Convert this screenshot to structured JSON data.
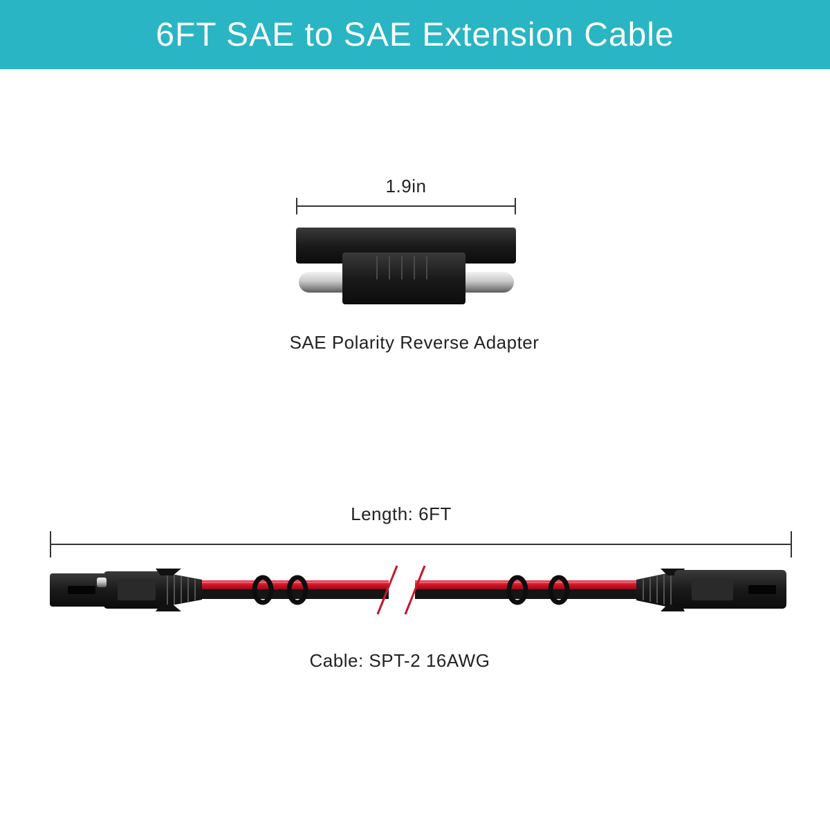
{
  "title": "6FT SAE to SAE Extension Cable",
  "adapter": {
    "dimension_label": "1.9in",
    "caption": "SAE Polarity Reverse Adapter"
  },
  "cable": {
    "length_label": "Length: 6FT",
    "caption": "Cable: SPT-2 16AWG"
  },
  "colors": {
    "banner": "#29b5c3",
    "wire_red": "#d11226",
    "wire_black": "#111111",
    "connector_body": "#1c1c1c"
  }
}
